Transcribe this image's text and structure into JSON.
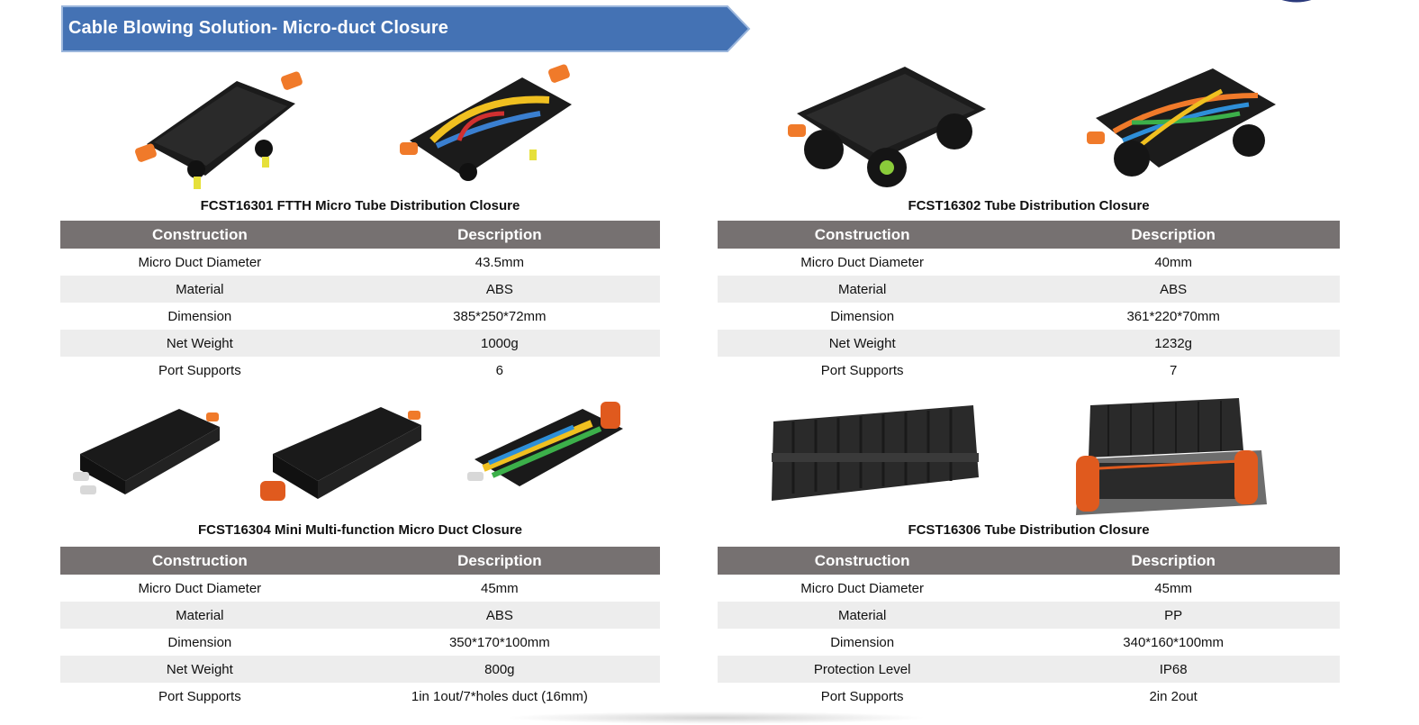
{
  "header": {
    "title": "Cable Blowing Solution- Micro-duct Closure",
    "colors": {
      "banner": "#4472b4",
      "banner_border": "#9bb6dc",
      "table_header": "#767171",
      "row_alt": "#ededed",
      "corner_arc": "#2b3a7c"
    }
  },
  "products": [
    {
      "title": "FCST16301 FTTH Micro Tube Distribution Closure",
      "images": [
        "closed-closure-photo",
        "open-closure-photo"
      ],
      "table": {
        "headers": [
          "Construction",
          "Description"
        ],
        "rows": [
          [
            "Micro Duct Diameter",
            "43.5mm"
          ],
          [
            "Material",
            "ABS"
          ],
          [
            "Dimension",
            "385*250*72mm"
          ],
          [
            "Net Weight",
            "1000g"
          ],
          [
            "Port Supports",
            "6"
          ]
        ]
      }
    },
    {
      "title": "FCST16302 Tube Distribution Closure",
      "images": [
        "closed-closure-photo",
        "open-closure-photo"
      ],
      "table": {
        "headers": [
          "Construction",
          "Description"
        ],
        "rows": [
          [
            "Micro Duct Diameter",
            "40mm"
          ],
          [
            "Material",
            "ABS"
          ],
          [
            "Dimension",
            "361*220*70mm"
          ],
          [
            "Net Weight",
            "1232g"
          ],
          [
            "Port Supports",
            "7"
          ]
        ]
      }
    },
    {
      "title": "FCST16304 Mini Multi-function Micro Duct Closure",
      "images": [
        "closed-closure-photo",
        "closed-closure-photo",
        "open-closure-photo"
      ],
      "table": {
        "headers": [
          "Construction",
          "Description"
        ],
        "rows": [
          [
            "Micro Duct Diameter",
            "45mm"
          ],
          [
            "Material",
            "ABS"
          ],
          [
            "Dimension",
            "350*170*100mm"
          ],
          [
            "Net Weight",
            "800g"
          ],
          [
            "Port Supports",
            "1in 1out/7*holes duct (16mm)"
          ]
        ]
      }
    },
    {
      "title": "FCST16306 Tube Distribution Closure",
      "images": [
        "closed-closure-photo",
        "open-closure-photo"
      ],
      "table": {
        "headers": [
          "Construction",
          "Description"
        ],
        "rows": [
          [
            "Micro Duct Diameter",
            "45mm"
          ],
          [
            "Material",
            "PP"
          ],
          [
            "Dimension",
            "340*160*100mm"
          ],
          [
            "Protection Level",
            "IP68"
          ],
          [
            "Port Supports",
            "2in 2out"
          ]
        ]
      }
    }
  ]
}
